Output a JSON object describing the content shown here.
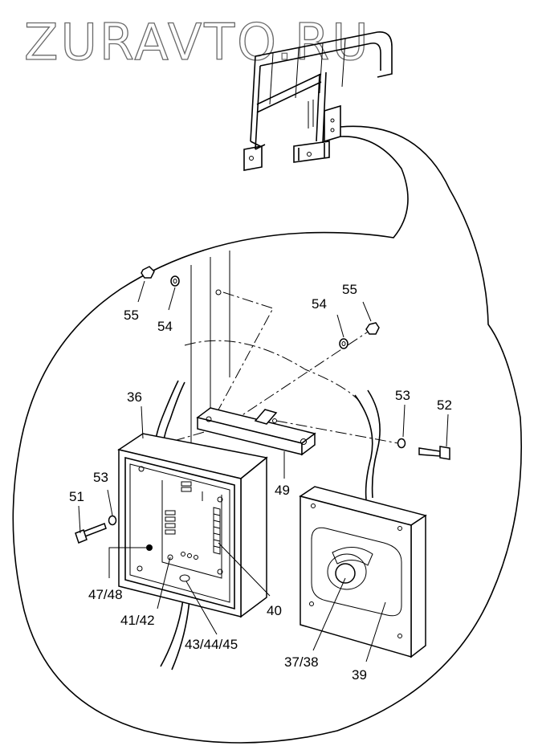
{
  "watermark": "ZURAVTO.RU",
  "callouts": {
    "c55a": "55",
    "c54a": "54",
    "c54b": "54",
    "c55b": "55",
    "c36": "36",
    "c53a": "53",
    "c52": "52",
    "c53b": "53",
    "c51": "51",
    "c49": "49",
    "c47": "47/48",
    "c41": "41/42",
    "c43": "43/44/45",
    "c40": "40",
    "c37": "37/38",
    "c39": "39"
  }
}
